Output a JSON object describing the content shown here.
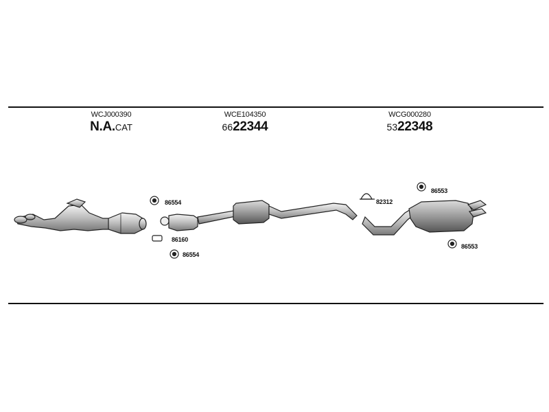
{
  "sections": [
    {
      "code": "WCJ000390",
      "ref_prefix": "",
      "ref_main": "N.A.",
      "ref_suffix": "CAT"
    },
    {
      "code": "WCE104350",
      "ref_prefix": "66",
      "ref_main": "22344",
      "ref_suffix": ""
    },
    {
      "code": "WCG000280",
      "ref_prefix": "53",
      "ref_main": "22348",
      "ref_suffix": ""
    }
  ],
  "labels": {
    "clamp_upper": "86554",
    "gasket": "86160",
    "clamp_lower": "86554",
    "u_clamp": "82312",
    "rubber_mount_upper": "86553",
    "rubber_mount_lower": "86553"
  },
  "icons": {
    "rubber_mount": "rubber-mount-icon",
    "u_clamp": "u-clamp-icon",
    "gasket": "gasket-icon"
  }
}
